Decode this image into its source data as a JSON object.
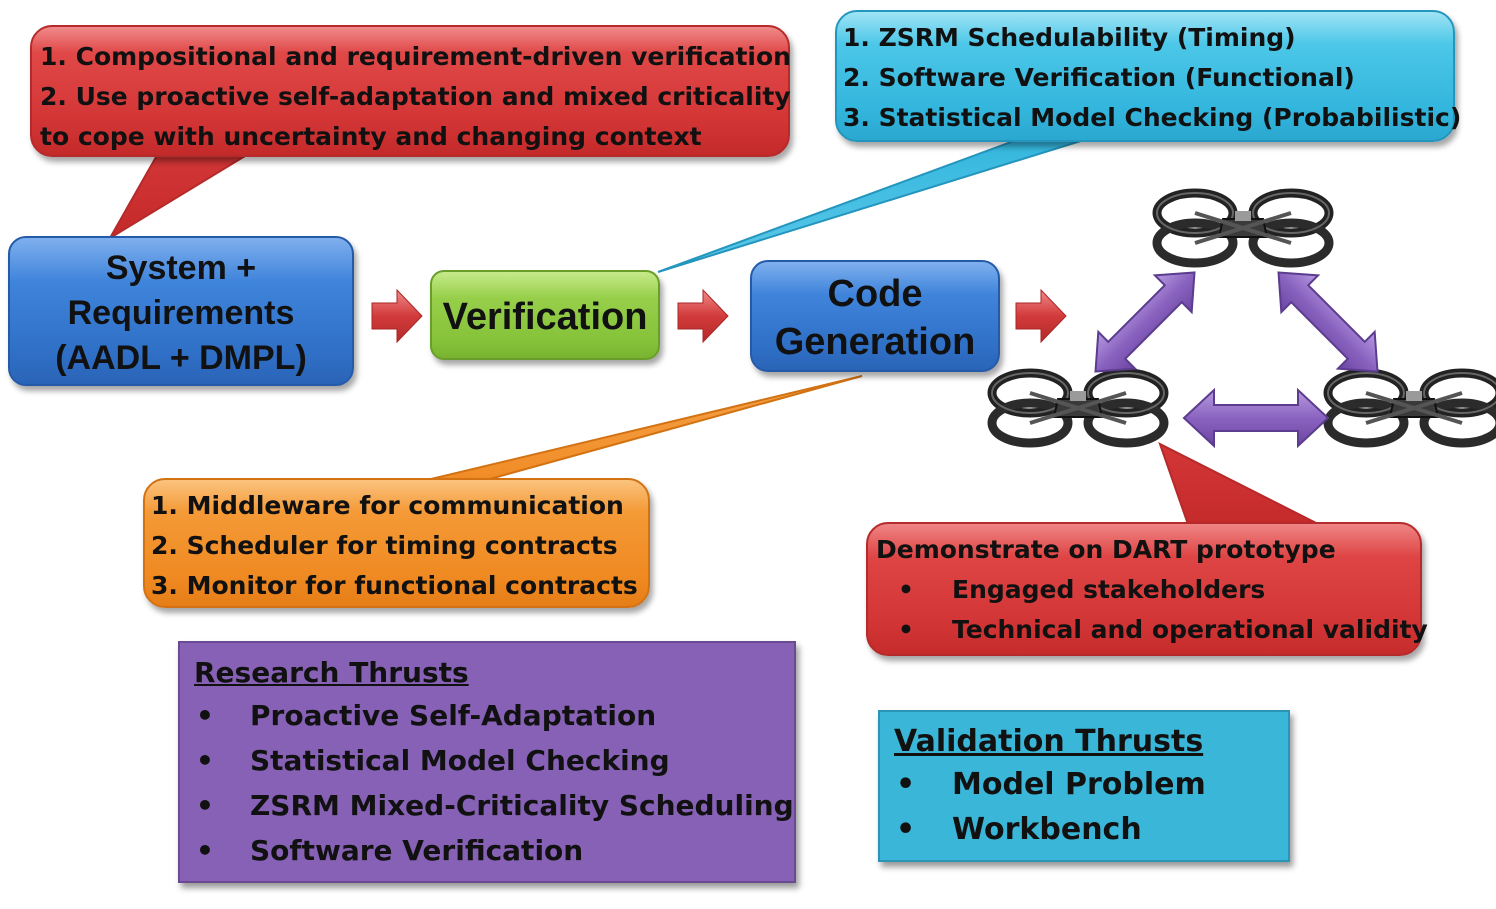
{
  "top_left_callout": {
    "lines": [
      "1. Compositional and requirement-driven verification",
      "2. Use proactive self-adaptation and mixed criticality",
      "to cope with uncertainty and changing context"
    ]
  },
  "top_right_callout": {
    "lines": [
      "1. ZSRM Schedulability (Timing)",
      "2. Software Verification (Functional)",
      "3. Statistical Model Checking (Probabilistic)"
    ]
  },
  "flow": {
    "system_box": [
      "System +",
      "Requirements",
      "(AADL + DMPL)"
    ],
    "verification_box": "Verification",
    "codegen_box": [
      "Code",
      "Generation"
    ]
  },
  "codegen_callout": {
    "lines": [
      "1. Middleware for communication",
      "2. Scheduler for timing contracts",
      "3. Monitor for functional contracts"
    ]
  },
  "demo_callout": {
    "title": "Demonstrate on DART prototype",
    "bullets": [
      "Engaged stakeholders",
      "Technical and operational validity"
    ]
  },
  "research_panel": {
    "title": "Research Thrusts",
    "bullets": [
      "Proactive Self-Adaptation",
      "Statistical Model Checking",
      "ZSRM Mixed-Criticality Scheduling",
      "Software Verification"
    ]
  },
  "validation_panel": {
    "title": "Validation Thrusts",
    "bullets": [
      "Model Problem",
      "Workbench"
    ]
  },
  "bullet_char": "•",
  "colors": {
    "red": "#d43636",
    "cyan": "#33b6dd",
    "orange": "#f08a22",
    "blue": "#2f6fc6",
    "green": "#86c23a",
    "purple": "#8761b5",
    "arrow_red": "#d23a3a",
    "arrow_purple": "#8a63c0"
  },
  "icons": [
    "quadcopter-drone-icon",
    "flow-arrow-icon",
    "double-arrow-icon"
  ]
}
